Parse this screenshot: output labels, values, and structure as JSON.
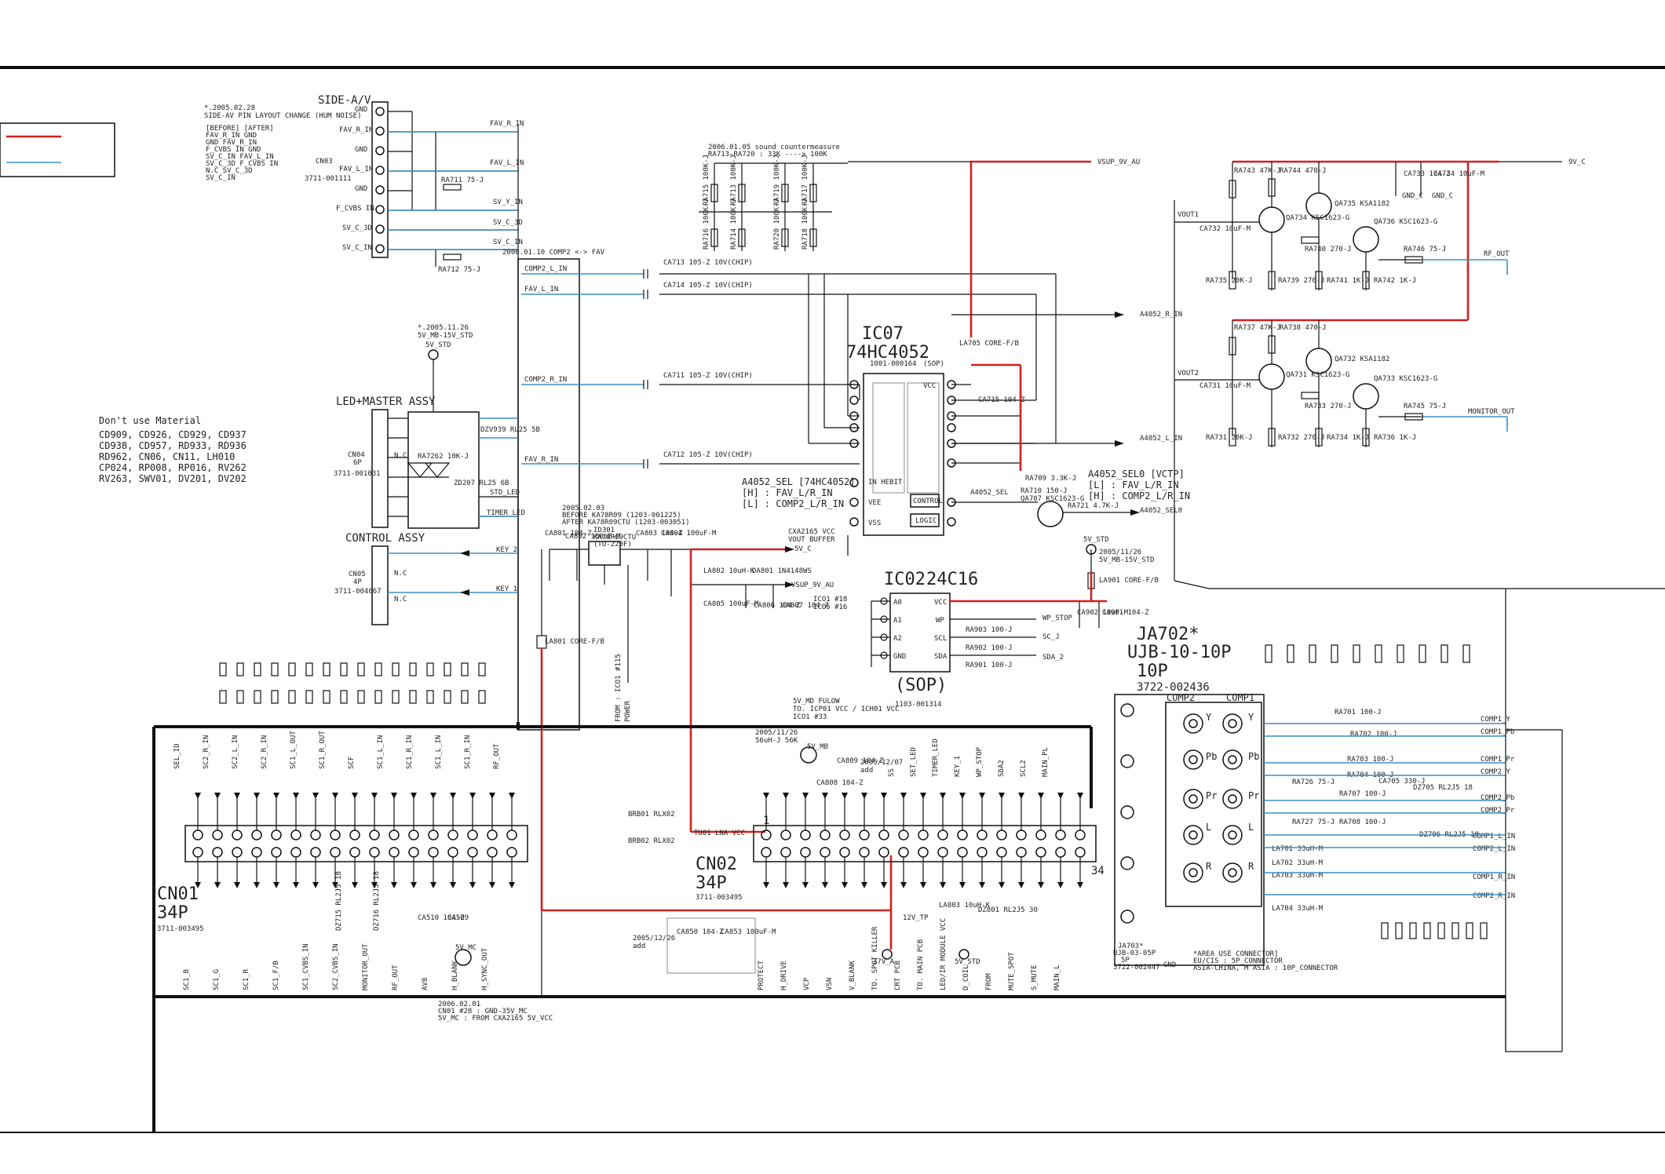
{
  "legend": {
    "red_color": "#d42020",
    "blue_color": "#3a8fc4"
  },
  "side_av": {
    "title": "SIDE-A/V",
    "note": [
      "*.2005.02.28",
      "SIDE-AV PIN LAYOUT CHANGE (HUM NOISE)"
    ],
    "before_after": [
      "[BEFORE]   [AFTER]",
      "FAV_R_IN   GND",
      "GND        FAV_R_IN",
      "F_CVBS IN  GND",
      "SV_C_IN    FAV_L_IN",
      "SV_C_3D    F_CVBS IN",
      "N.C        SV_C_3D",
      "           SV_C_IN"
    ],
    "pins": [
      "GND",
      "FAV_R_IN",
      "GND",
      "FAV_L_IN",
      "GND",
      "F_CVBS IN",
      "SV_C_3D",
      "SV_C_IN"
    ],
    "cn_label": "CN03",
    "cn_code": "3711-001111",
    "nets": [
      "FAV_R_IN",
      "FAV_L_IN",
      "SV_Y_IN",
      "SV_C_3D",
      "SV_C_IN"
    ],
    "ra711": "RA711  75-J",
    "ra712": "RA712  75-J"
  },
  "led_master": {
    "title": "LED+MASTER ASSY",
    "note": [
      "*.2005.11.26",
      "5V_MB-15V_STD"
    ],
    "stby": "5V_STD",
    "cn_label": "CN04",
    "cn_pins": "6P",
    "cn_code": "3711-001031",
    "pins": [
      "N.C"
    ],
    "parts": [
      "DZV939 RL25 5B",
      "RA7262 10K-J",
      "ZD207 RL25 6B"
    ],
    "nets": [
      "STD_LED",
      "TIMER_LED"
    ]
  },
  "control": {
    "title": "CONTROL ASSY",
    "cn_label": "CN05",
    "cn_pins": "4P",
    "cn_code": "3711-004067",
    "pins": [
      "N.C",
      "N.C"
    ],
    "nets": [
      "KEY_2",
      "KEY_1"
    ]
  },
  "dont_use": {
    "title": "Don't use Material",
    "rows": [
      "CD909, CD926, CD929, CD937",
      "CD938, CD957, RD933, RD936",
      "RD962, CN06, CN11, LH010",
      "CP024, RP008, RP016, RV262",
      "RV263, SWV01, DV201, DV202"
    ]
  },
  "sound_note": [
    "2006.01.05 sound countermeasure",
    "RA713-RA720 : 33K ----> 100K"
  ],
  "comp_note": "2006.01.10 COMP2 <-> FAV",
  "fav_nets": [
    "COMP2_L_IN",
    "FAV_L_IN",
    "COMP2_R_IN",
    "FAV_R_IN"
  ],
  "coupling_caps": [
    "CA713  105-Z 10V(CHIP)",
    "CA714  105-Z 10V(CHIP)",
    "CA711  105-Z 10V(CHIP)",
    "CA712  105-Z 10V(CHIP)"
  ],
  "res_top": [
    "RA715 100K-J",
    "RA713 100K-J",
    "RA719 100K-J",
    "RA717 100K-J"
  ],
  "res_mid": [
    "RA716 100K-J",
    "RA714 100K-J",
    "RA720 100K-J",
    "RA718 100K-J"
  ],
  "ic07": {
    "name": "IC07",
    "part": "74HC4052",
    "code": "1001-000164",
    "pkg": "(SOP)",
    "vcc": "VCC",
    "vee": "VEE",
    "vss": "VSS",
    "ininhit": "IN HEBIT",
    "control": "CONTROL",
    "logic": "LOGIC"
  },
  "ic07_sel": [
    "A4052_SEL [74HC4052]",
    "[H] : FAV_L/R_IN",
    "[L] : COMP2_L/R_IN"
  ],
  "a4052_sel0": [
    "A4052_SEL0 [VCTP]",
    "[L] : FAV_L/R_IN",
    "[H] : COMP2_L/R_IN"
  ],
  "ic07_parts": [
    "LA705 CORE-F/B",
    "CA715 104-Z",
    "RA709 3.3K-J",
    "RA710 150-J",
    "QA707 KSC1623-G",
    "RA721 4.7K-J"
  ],
  "ic07_nets": [
    "A4052_SEL",
    "A4052_SEL0",
    "A4052_R_IN",
    "A4052_L_IN",
    "VSUP_9V_AU"
  ],
  "audio_amp": {
    "nets": [
      "9V_C",
      "VOUT1",
      "VOUT2",
      "RF_OUT",
      "MONITOR_OUT",
      "A4052_R_IN",
      "A4052_L_IN"
    ],
    "parts_top": [
      "RA743 47K-J",
      "RA744 470-J",
      "QA734 KSC1623-G",
      "QA735 KSA1182",
      "QA736 KSC1623-G",
      "CA733 104-Z",
      "CA734 10uF-M",
      "CA732 10uF-M",
      "RA740 270-J",
      "RA739 270-J",
      "RA741 1K-J",
      "RA742 1K-J",
      "RA746 75-J",
      "RA735 20K-J"
    ],
    "parts_bot": [
      "RA737 47K-J",
      "RA738 470-J",
      "QA731 KSC1623-G",
      "QA732 KSA1182",
      "QA733 KSC1623-G",
      "CA731 10uF-M",
      "RA733 270-J",
      "RA732 270-J",
      "RA734 1K-J",
      "RA736 1K-J",
      "RA745 75-J",
      "RA731 20K-J"
    ],
    "gnd": [
      "GND_C",
      "GND_C"
    ]
  },
  "regulator": {
    "note": [
      "2005.02.03",
      "BEFORE  KA78R09 (1203-001225)",
      "AFTER   KA78R09CTU (1203-003051)"
    ],
    "ic": [
      "ID301",
      "KA78R09CTU",
      "(TO-220F)"
    ],
    "parts": [
      "CA801 104-Z",
      "CA802 100uF-M",
      "CA803 104-Z",
      "CA804 100uF-M",
      "LA802 10uH-K",
      "DA801 1N4148WS",
      "CA805 100uF-M",
      "CA806 104-Z",
      "CA807 104-Z",
      "LA801 CORE-F/B"
    ],
    "nets": [
      "CXA2165 VCC",
      "VOUT BUFFER",
      "5V_C",
      "VSUP_9V_AU",
      "ICO1 #18",
      "ICO5 #16",
      "FROM : ICO1 #115",
      "POWER"
    ]
  },
  "ic02": {
    "name": "IC02",
    "part": "24C16",
    "pkg": "(SOP)",
    "code": "1103-001314",
    "pins_l": [
      "A0",
      "A1",
      "A2",
      "GND"
    ],
    "pins_r": [
      "VCC",
      "WP",
      "SCL",
      "SDA"
    ],
    "parts": [
      "RA903 100-J",
      "RA902 100-J",
      "RA901 100-J",
      "CA902 10uF-M",
      "CA901 104-Z",
      "LA901 CORE-F/B"
    ],
    "nets": [
      "WP_STOP",
      "SC_J",
      "SDA_2",
      "5V_STD",
      "2005/11/26",
      "5V_MB-15V_STD"
    ],
    "vcc_note": [
      "5V_MD FULOW",
      "TO. ICP01 VCC / ICH01 VCC",
      "ICO1 #33"
    ]
  },
  "ja702": {
    "name": "JA702*",
    "part": "UJB-10-10P",
    "pins": "10P",
    "code": "3722-002436",
    "comp1": "COMP1",
    "comp2": "COMP2",
    "jack_labels": [
      "Y",
      "Y",
      "Pb",
      "Pb",
      "Pr",
      "Pr",
      "L",
      "L",
      "R",
      "R"
    ],
    "parts": [
      "RA701 100-J",
      "RA702 100-J",
      "RA703 100-J",
      "RA704 100-J",
      "RA726 75-J",
      "RA727 75-J",
      "RA707 100-J",
      "RA708 100-J",
      "CA705 330-J",
      "DZ705 RL2J5 18",
      "DZ706 RL2J5 18",
      "LA701 33uH-M",
      "LA702 33uH-M",
      "LA703 33uH-M",
      "LA704 33uH-M"
    ],
    "nets": [
      "COMP1_Y",
      "COMP1_Pb",
      "COMP1_Pr",
      "COMP2_Y",
      "COMP2_Pb",
      "COMP2_Pr",
      "COMP1_L_IN",
      "COMP1_R_IN",
      "COMP2_L_IN",
      "COMP2_R_IN",
      "GND"
    ],
    "ja703": [
      "JA703*",
      "UJB-03-05P",
      "5P",
      "3722-002447"
    ],
    "footnote": [
      "*AREA USE CONNECTOR]",
      "EU/CIS : 5P_CONNECTOR",
      "ASIA-CHINA, M ASIA : 10P_CONNECTOR"
    ]
  },
  "cn01": {
    "name": "CN01",
    "pins": "34P",
    "code": "3711-003495",
    "top_nets": [
      "SEL_ID",
      "SC2_R_IN",
      "SC2_L_IN",
      "SC2_R_IN",
      "SC1_L_OUT",
      "SC1_R_OUT",
      "SCF",
      "SC1_L_IN",
      "SC1_R_IN",
      "SC1_L_IN",
      "SC1_R_IN",
      "RF_OUT"
    ],
    "bot_nets": [
      "SC1_B",
      "SC1_G",
      "SC1_R",
      "SC1_F/B",
      "SC1_CVBS_IN",
      "SC2_CVBS_IN",
      "MONITOR_OUT",
      "RF_OUT",
      "AV8",
      "H_BLANK",
      "H_SYNC_OUT"
    ],
    "parts": [
      "CA510 104-Z",
      "CA509",
      "DZ715 RL2J5 18",
      "DZ716 RL2J5 18"
    ],
    "net_5v": "5V_MC"
  },
  "cn02": {
    "name": "CN02",
    "pins": "34P",
    "code": "3711-003495",
    "pin1": "1",
    "pin34": "34",
    "top_nets": [
      "SS",
      "SET_LED",
      "TIMER_LED",
      "KEY_1",
      "WP_STOP",
      "SDA2",
      "SCL2",
      "MAIN_PL"
    ],
    "bot_nets": [
      "PROTECT",
      "H_DRIVE",
      "VCP",
      "VSN",
      "V_BLANK",
      "TO. SPOT KILLER",
      "CRT PCB",
      "TO. MAIN PCB",
      "LED/IR MODULE VCC",
      "D_COIL",
      "FROM",
      "MUTE_SPOT",
      "S_MUTE",
      "MAIN_L"
    ],
    "parts": [
      "CA850 104-Z",
      "CA853 100uF-M",
      "LA803 10uH-K",
      "DZ801 RL2J5 30",
      "CA809 104-Z",
      "CA808 104-Z",
      "2005/11/26",
      "56uH-J 56K"
    ],
    "nets": [
      "TU01 LNA VCC",
      "12V_TP",
      "5V_MB",
      "37V_A",
      "5V_STD"
    ],
    "note_2005": [
      "2005/12/26",
      "add"
    ],
    "note_2005b": [
      "2005/12/07",
      "add"
    ]
  },
  "bottom_note": [
    "2006.02.01",
    "CN01 #28 : GND-35V_MC",
    "5V_MC : FROM CXA2165 5V_VCC"
  ],
  "bead_labels": [
    "BRB01 RLX02",
    "BRB02 RLX02"
  ]
}
